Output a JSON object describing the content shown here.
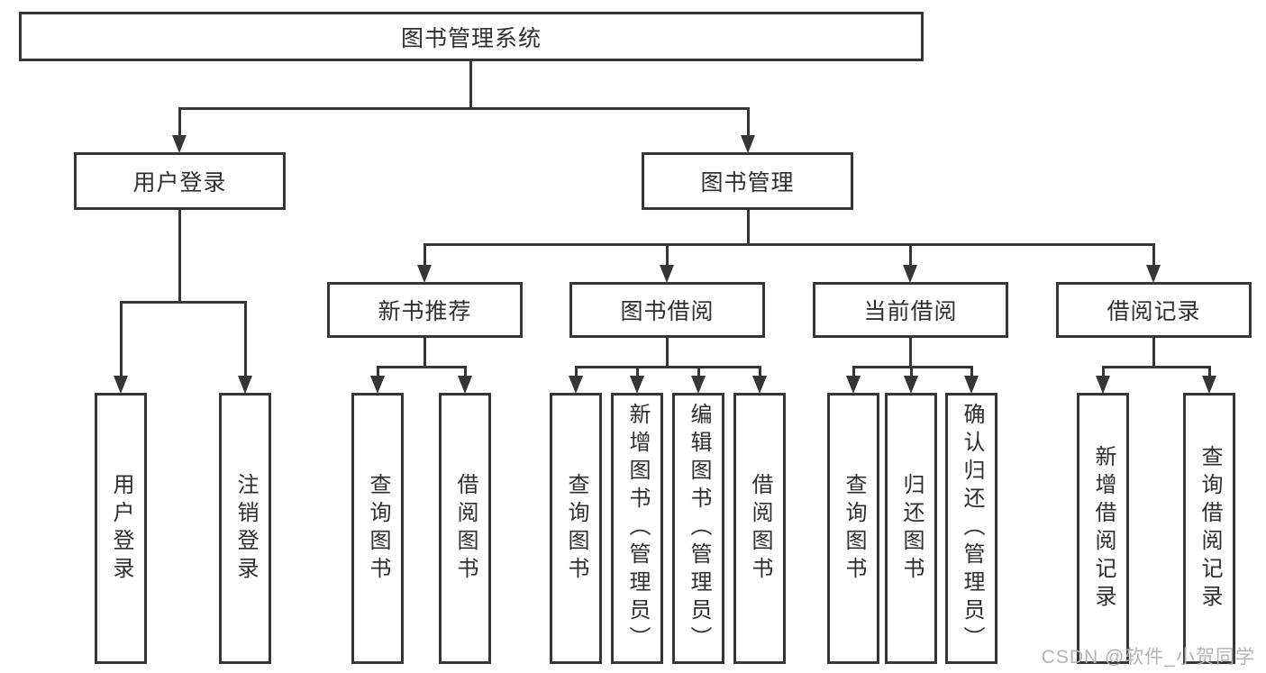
{
  "tree": {
    "label": "图书管理系统",
    "children": [
      {
        "label": "用户登录",
        "children": [
          {
            "label": "用户登录"
          },
          {
            "label": "注销登录"
          }
        ]
      },
      {
        "label": "图书管理",
        "children": [
          {
            "label": "新书推荐",
            "children": [
              {
                "label": "查询图书"
              },
              {
                "label": "借阅图书"
              }
            ]
          },
          {
            "label": "图书借阅",
            "children": [
              {
                "label": "查询图书"
              },
              {
                "label": "新增图书（管理员）"
              },
              {
                "label": "编辑图书（管理员）"
              },
              {
                "label": "借阅图书"
              }
            ]
          },
          {
            "label": "当前借阅",
            "children": [
              {
                "label": "查询图书"
              },
              {
                "label": "归还图书"
              },
              {
                "label": "确认归还（管理员）"
              }
            ]
          },
          {
            "label": "借阅记录",
            "children": [
              {
                "label": "新增借阅记录"
              },
              {
                "label": "查询借阅记录"
              }
            ]
          }
        ]
      }
    ]
  },
  "watermark": "CSDN @软件_小贺同学",
  "colors": {
    "line": "#363636",
    "text": "#2e2e2e",
    "watermark": "#b3b3b3"
  }
}
